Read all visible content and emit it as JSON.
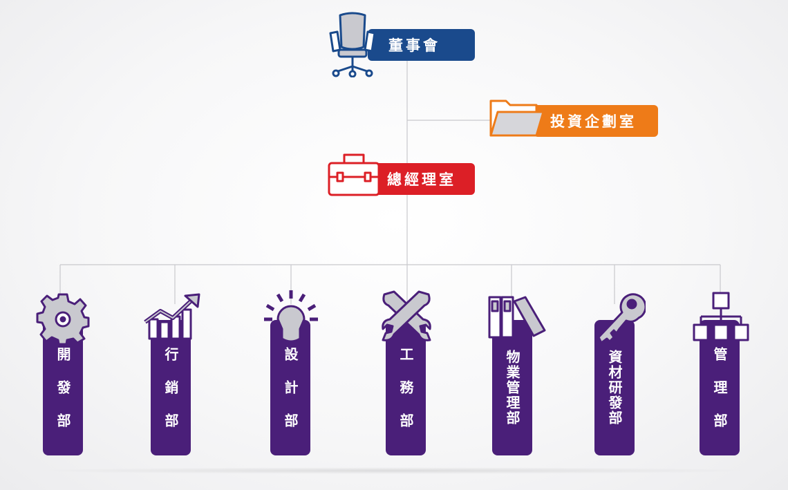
{
  "top": {
    "board": {
      "label": "董事會",
      "color": "#1a4a8c"
    },
    "investment": {
      "label": "投資企劃室",
      "color": "#ee7b18"
    },
    "gm": {
      "label": "總經理室",
      "color": "#dc1f26"
    }
  },
  "departments": [
    {
      "label": "開發部",
      "icon": "gear-icon"
    },
    {
      "label": "行銷部",
      "icon": "rising-chart-icon"
    },
    {
      "label": "設計部",
      "icon": "lightbulb-icon"
    },
    {
      "label": "工務部",
      "icon": "wrench-icon"
    },
    {
      "label": "物業管理部",
      "icon": "binders-icon"
    },
    {
      "label": "資材研發部",
      "icon": "key-icon"
    },
    {
      "label": "管理部",
      "icon": "hierarchy-icon"
    }
  ],
  "colors": {
    "department": "#4a1f79",
    "connector": "#c8c8cc"
  }
}
